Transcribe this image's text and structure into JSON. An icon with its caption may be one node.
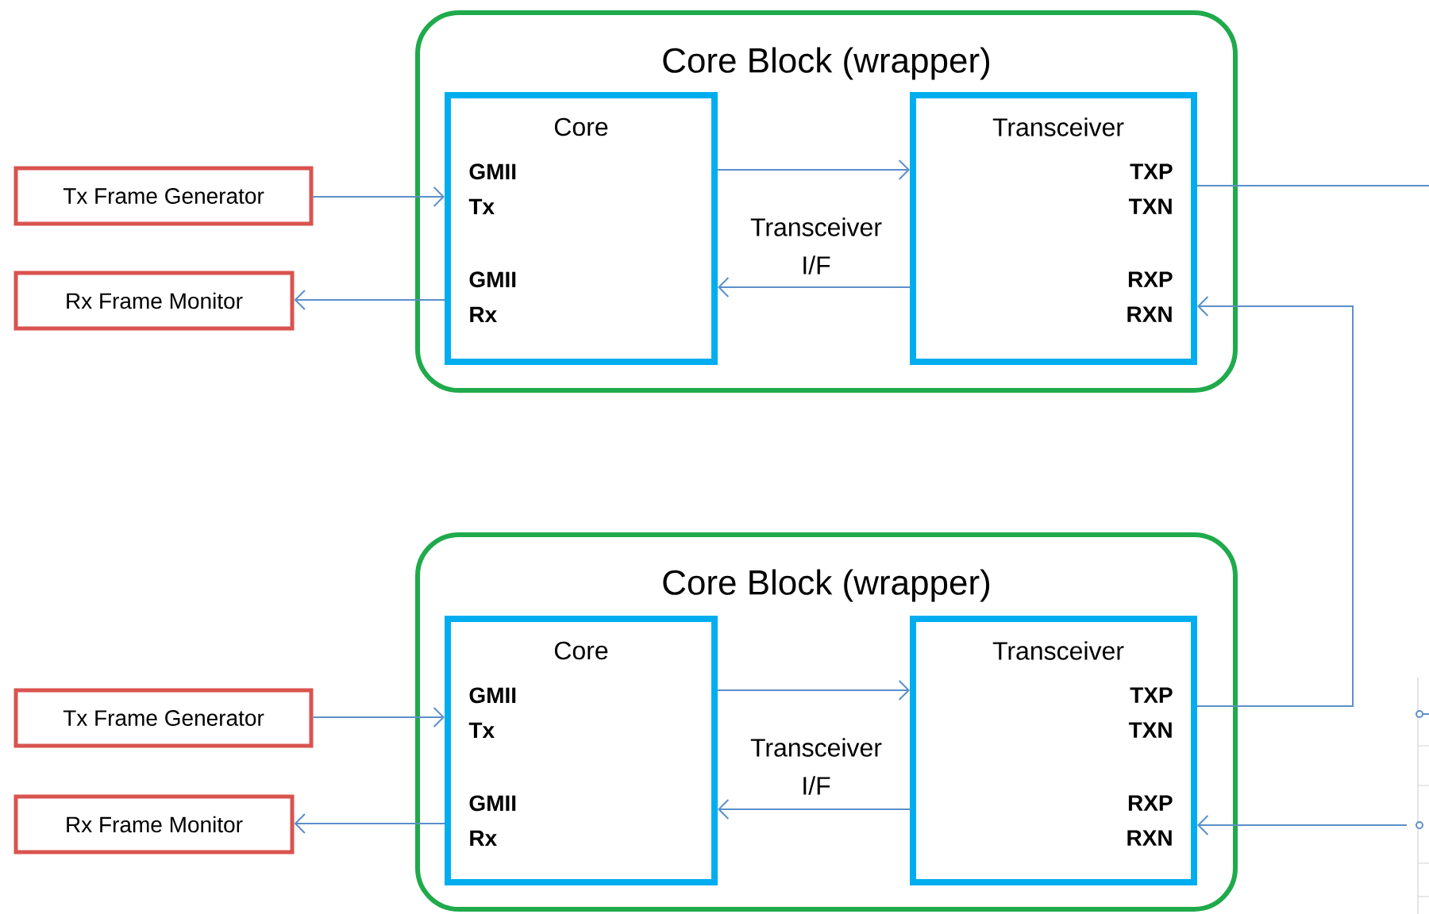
{
  "diagram": {
    "nodes": [
      {
        "text": [
          "Core Block (wrapper)"
        ]
      },
      {
        "text": [
          "Core",
          "GMII Tx",
          "GMII Rx"
        ],
        "in": 0
      },
      {
        "text": [
          "Transceiver",
          "TXP TXN",
          "RXP RXN"
        ],
        "in": 0
      },
      {
        "text": [
          "Tx Frame Generator"
        ]
      },
      {
        "text": [
          "Rx Frame  Monitor"
        ]
      },
      {
        "text": [
          "Core Block (wrapper)"
        ]
      },
      {
        "text": [
          "Core",
          "GMII Tx",
          "GMII Rx"
        ],
        "in": 5
      },
      {
        "text": [
          "Transceiver",
          "TXP TXN",
          "RXP RXN"
        ],
        "in": 5
      },
      {
        "text": [
          "Tx Frame Generator"
        ]
      },
      {
        "text": [
          "Rx Frame  Monitor"
        ]
      }
    ],
    "edges": [
      {
        "from": 3,
        "to": 1,
        "arrow": "to"
      },
      {
        "from": 1,
        "to": 4,
        "arrow": "to"
      },
      {
        "from": 1,
        "to": 2,
        "arrow": "to"
      },
      {
        "from": 2,
        "to": 1,
        "arrow": "to"
      },
      {
        "from": 2,
        "to": null,
        "arrow": "none"
      },
      {
        "from": 8,
        "to": 6,
        "arrow": "to"
      },
      {
        "from": 6,
        "to": 9,
        "arrow": "to"
      },
      {
        "from": 6,
        "to": 7,
        "arrow": "to"
      },
      {
        "from": 7,
        "to": 6,
        "arrow": "to"
      },
      {
        "from": 7,
        "to": 2,
        "arrow": "to"
      },
      {
        "from": null,
        "to": 7,
        "arrow": "to"
      }
    ],
    "labels": [
      "Transceiver I/F",
      "Transceiver I/F"
    ]
  }
}
